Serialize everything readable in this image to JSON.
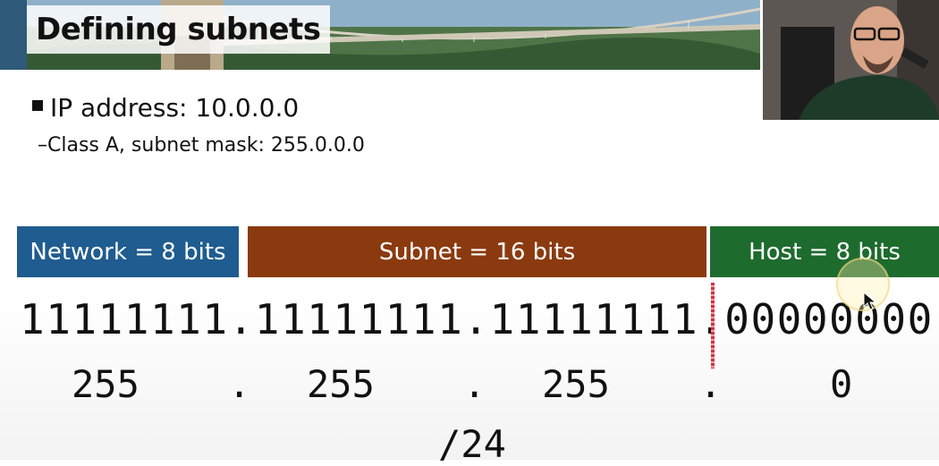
{
  "slide": {
    "title": "Defining subnets",
    "bullet1": "IP address: 10.0.0.0",
    "bullet2": "–Class A, subnet mask: 255.0.0.0"
  },
  "segments": {
    "network": "Network = 8 bits",
    "subnet": "Subnet = 16 bits",
    "host": "Host = 8 bits"
  },
  "binary_mask": "11111111.11111111.11111111.00000000",
  "decimal_mask": {
    "octet1": "255",
    "octet2": "255",
    "octet3": "255",
    "octet4": "0",
    "dot": "."
  },
  "cidr": "/24",
  "colors": {
    "network": "#1f5c8f",
    "subnet": "#8b3a10",
    "host": "#1e6b2e",
    "marker": "#d4333f"
  },
  "icons": [
    "square-bullet-icon",
    "mouse-pointer-icon"
  ]
}
